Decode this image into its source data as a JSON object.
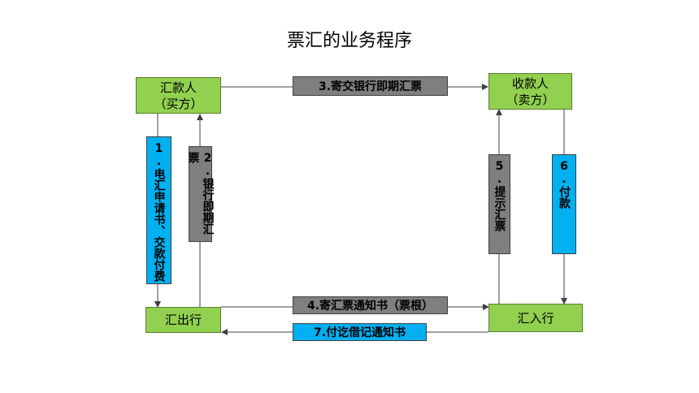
{
  "title": "票汇的业务程序",
  "nodes": {
    "remitter": {
      "line1": "汇款人",
      "line2": "（买方）"
    },
    "payee": {
      "line1": "收款人",
      "line2": "（卖方）"
    },
    "remitting_bank": {
      "label": "汇出行"
    },
    "paying_bank": {
      "label": "汇入行"
    }
  },
  "steps": {
    "s1": "1.电汇申请书、交款付费",
    "s2": "2.银行即期汇票",
    "s3": "3.寄交银行即期汇票",
    "s4": "4.寄汇票通知书（票根）",
    "s5": "5.提示汇票",
    "s6": "6.付款",
    "s7": "7.付讫借记通知书"
  },
  "colors": {
    "node_fill": "#92d050",
    "grey_label": "#7f7f7f",
    "blue_label": "#00b0f0",
    "arrow": "#404040"
  }
}
